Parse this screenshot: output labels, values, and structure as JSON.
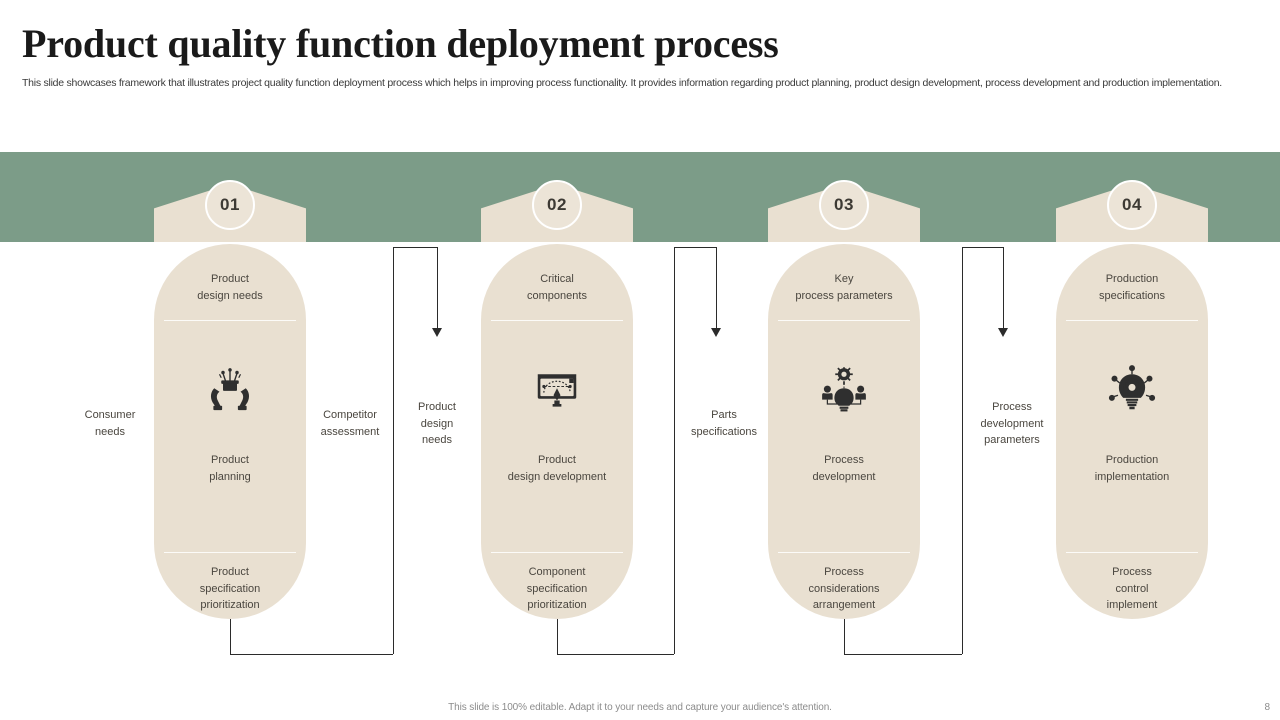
{
  "header": {
    "title": "Product quality function deployment process",
    "subtitle": "This slide showcases framework that illustrates project quality function deployment process which helps in improving process functionality. It provides information regarding product planning, product design development, process development and production implementation."
  },
  "theme": {
    "band_color": "#7c9c88",
    "capsule_color": "#e9e0d1",
    "text_color": "#4a463f",
    "line_color": "#2b2b2b",
    "page_bg": "#ffffff"
  },
  "stages": [
    {
      "number": "01",
      "head": "Product\ndesign needs",
      "mid": "Product\nplanning",
      "foot": "Product\nspecification\nprioritization",
      "icon": "hands-holding-gift-icon"
    },
    {
      "number": "02",
      "head": "Critical\ncomponents",
      "mid": "Product\ndesign development",
      "foot": "Component\nspecification\nprioritization",
      "icon": "blueprint-pen-tool-icon"
    },
    {
      "number": "03",
      "head": "Key\nprocess parameters",
      "mid": "Process\ndevelopment",
      "foot": "Process\nconsiderations\narrangement",
      "icon": "lightbulb-gear-people-icon"
    },
    {
      "number": "04",
      "head": "Production\nspecifications",
      "mid": "Production\nimplementation",
      "foot": "Process\ncontrol\nimplement",
      "icon": "lightbulb-gear-network-icon"
    }
  ],
  "side_labels": {
    "consumer_needs": "Consumer\nneeds",
    "competitor_assessment": "Competitor\nassessment",
    "product_design_needs": "Product\ndesign\nneeds",
    "parts_specifications": "Parts\nspecifications",
    "process_development_parameters": "Process\ndevelopment\nparameters"
  },
  "footer": {
    "note": "This slide is 100% editable. Adapt it to your needs and capture your audience's attention.",
    "page": "8"
  }
}
